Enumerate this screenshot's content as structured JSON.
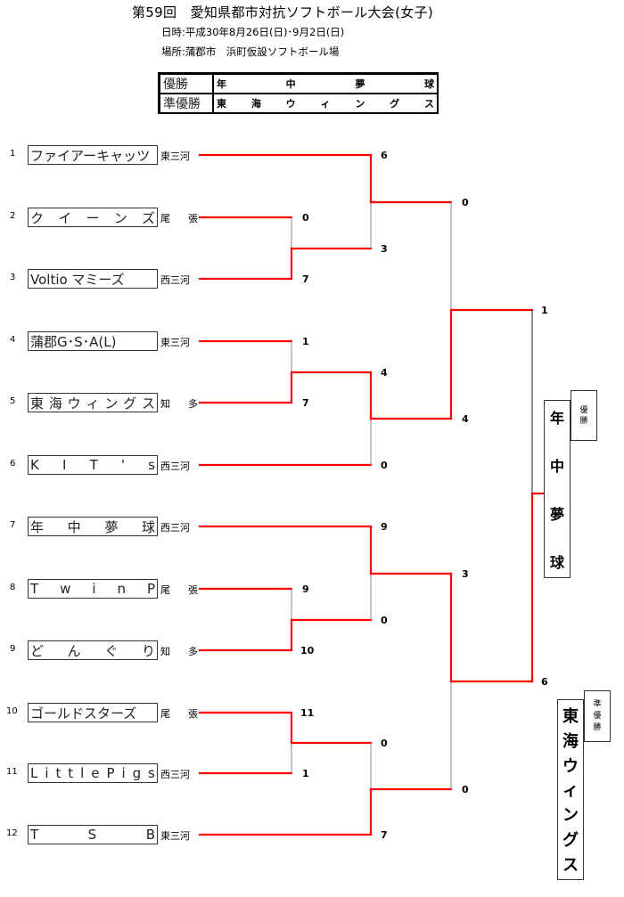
{
  "header": {
    "title": "第59回　愛知県都市対抗ソフトボール大会(女子)",
    "date_line": "日時:平成30年8月26日(日)･9月2日(日)",
    "venue_line": "場所:蒲郡市　浜町仮設ソフトボール場"
  },
  "results": {
    "winner_label": "優勝",
    "winner_chars": [
      "年",
      "中",
      "夢",
      "球"
    ],
    "runner_up_label": "準優勝",
    "runner_up_chars": [
      "東",
      "海",
      "ウ",
      "ィ",
      "ン",
      "グ",
      "ス"
    ]
  },
  "teams": [
    {
      "seed": "1",
      "name_chars": [
        "ファイアーキャッツ"
      ],
      "region_chars": [
        "東三河"
      ]
    },
    {
      "seed": "2",
      "name_chars": [
        "ク",
        "イ",
        "ー",
        "ン",
        "ズ"
      ],
      "region_chars": [
        "尾",
        "張"
      ]
    },
    {
      "seed": "3",
      "name_chars": [
        "Voltio マミーズ"
      ],
      "region_chars": [
        "西三河"
      ]
    },
    {
      "seed": "4",
      "name_chars": [
        "蒲郡G･S･A(L)"
      ],
      "region_chars": [
        "東三河"
      ]
    },
    {
      "seed": "5",
      "name_chars": [
        "東",
        "海",
        "ウ",
        "ィ",
        "ン",
        "グ",
        "ス"
      ],
      "region_chars": [
        "知",
        "多"
      ]
    },
    {
      "seed": "6",
      "name_chars": [
        "K",
        "I",
        "T",
        "'",
        "s"
      ],
      "region_chars": [
        "西三河"
      ]
    },
    {
      "seed": "7",
      "name_chars": [
        "年",
        "中",
        "夢",
        "球"
      ],
      "region_chars": [
        "西三河"
      ]
    },
    {
      "seed": "8",
      "name_chars": [
        "T",
        "w",
        "i",
        "n",
        "P"
      ],
      "region_chars": [
        "尾",
        "張"
      ]
    },
    {
      "seed": "9",
      "name_chars": [
        "ど",
        "ん",
        "ぐ",
        "り"
      ],
      "region_chars": [
        "知",
        "多"
      ]
    },
    {
      "seed": "10",
      "name_chars": [
        "ゴールドスターズ"
      ],
      "region_chars": [
        "尾",
        "張"
      ]
    },
    {
      "seed": "11",
      "name_chars": [
        "L",
        "i",
        "t",
        "t",
        "l",
        "e",
        "P",
        "i",
        "g",
        "s"
      ],
      "region_chars": [
        "西三河"
      ]
    },
    {
      "seed": "12",
      "name_chars": [
        "T",
        "S",
        "B"
      ],
      "region_chars": [
        "東三河"
      ]
    }
  ],
  "scores": {
    "r1_2": "0",
    "r1_3": "7",
    "r1_4": "1",
    "r1_5": "7",
    "r1_8": "9",
    "r1_9": "10",
    "r1_10": "11",
    "r1_11": "1",
    "qf_1": "6",
    "qf_23": "3",
    "qf_45": "4",
    "qf_6": "0",
    "qf_7": "9",
    "qf_89": "0",
    "qf_1011": "0",
    "qf_12": "7",
    "sf_top_a": "0",
    "sf_top_b": "4",
    "sf_bot_a": "3",
    "sf_bot_b": "0",
    "final_top": "1",
    "final_bot": "6"
  },
  "colors": {
    "winner_line": "#ff0000",
    "loser_line": "#888888"
  }
}
